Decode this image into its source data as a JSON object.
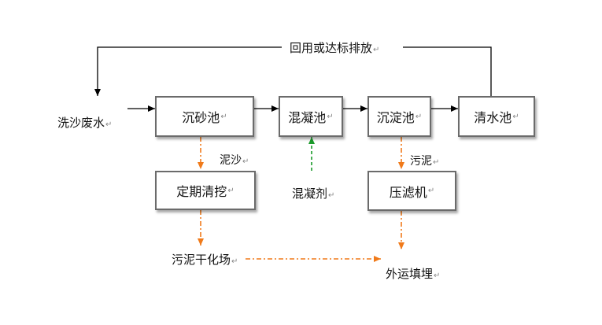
{
  "nodes": {
    "wastewater": "洗沙废水",
    "settling_sand": "沉砂池",
    "coagulation": "混凝池",
    "sedimentation": "沉淀池",
    "clear_water": "清水池",
    "periodic_cleaning": "定期清挖",
    "filter_press": "压滤机",
    "sludge_drying": "污泥干化场",
    "external_landfill": "外运填埋"
  },
  "labels": {
    "reuse": "回用或达标排放",
    "mud_sand": "泥沙",
    "coagulant": "混凝剂",
    "sludge": "污泥"
  },
  "paragraph_mark": "↵",
  "colors": {
    "main_flow": "#000000",
    "sludge_flow": "#f07a1a",
    "reagent_flow": "#1a9a2a",
    "box_border": "#6b6b6b"
  }
}
